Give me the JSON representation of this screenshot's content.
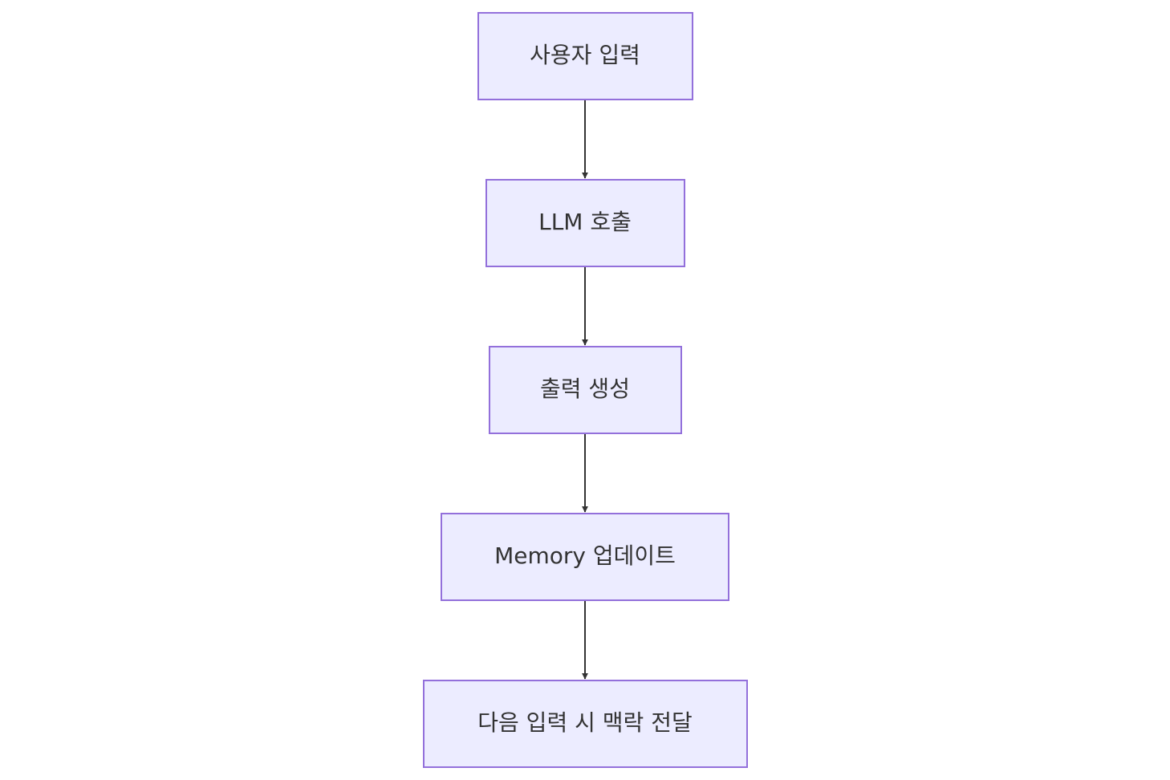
{
  "diagram": {
    "type": "flowchart",
    "direction": "top-to-bottom",
    "nodes": [
      {
        "id": "user-input",
        "label": "사용자 입력"
      },
      {
        "id": "llm-call",
        "label": "LLM 호출"
      },
      {
        "id": "output-gen",
        "label": "출력 생성"
      },
      {
        "id": "memory-update",
        "label": "Memory 업데이트"
      },
      {
        "id": "context-pass",
        "label": "다음 입력 시 맥락 전달"
      }
    ],
    "edges": [
      {
        "from": "user-input",
        "to": "llm-call"
      },
      {
        "from": "llm-call",
        "to": "output-gen"
      },
      {
        "from": "output-gen",
        "to": "memory-update"
      },
      {
        "from": "memory-update",
        "to": "context-pass"
      }
    ],
    "colors": {
      "node_fill": "#ececff",
      "node_stroke": "#9370db",
      "edge": "#333333",
      "text": "#333333"
    }
  }
}
